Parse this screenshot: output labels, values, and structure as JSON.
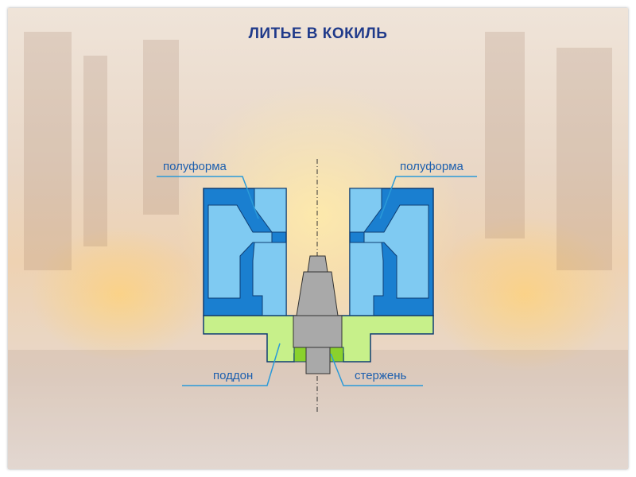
{
  "title": "ЛИТЬЕ В КОКИЛЬ",
  "labels": {
    "left_half_mold": "полуформа",
    "right_half_mold": "полуформа",
    "tray": "поддон",
    "core": "стержень"
  },
  "colors": {
    "title": "#1f3a8a",
    "mold_dark": "#1a7fd0",
    "mold_light": "#7fcaf2",
    "tray": "#c7f08a",
    "tray_dark": "#8ad12c",
    "core": "#a9a9a9",
    "label": "#1d5fae",
    "leader": "#2a9ad8"
  }
}
